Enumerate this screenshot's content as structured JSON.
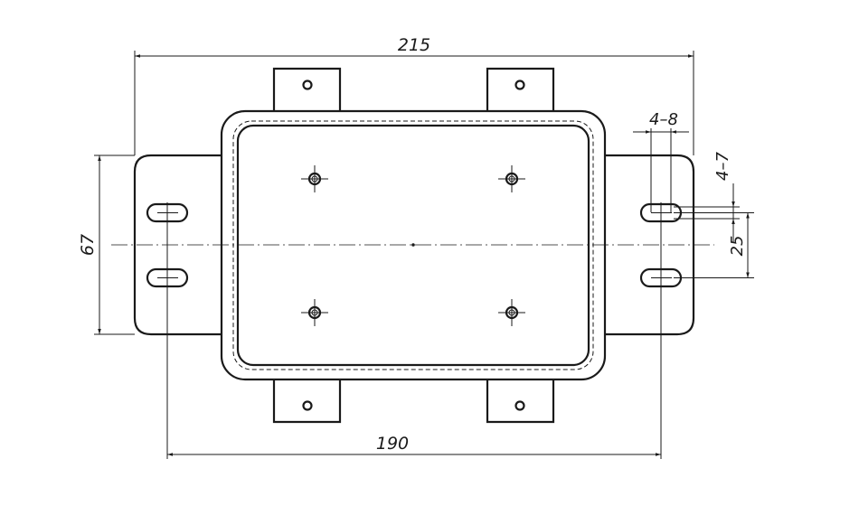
{
  "dimensions": {
    "overall_width": "215",
    "slot_spacing_horizontal": "190",
    "flange_height": "67",
    "slot_length": "4–8",
    "slot_width": "4–7",
    "slot_spacing_vertical": "25"
  }
}
